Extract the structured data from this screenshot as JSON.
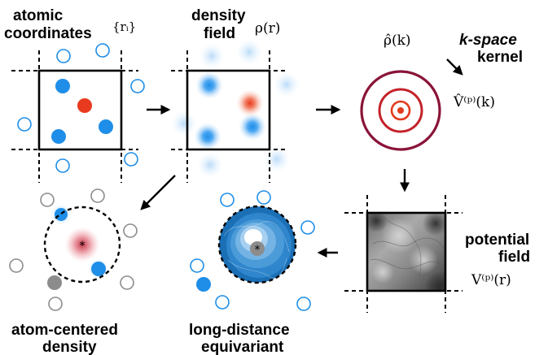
{
  "panels": {
    "atomic": {
      "title_line1": "atomic",
      "title_line2": "coordinates",
      "math": "{rᵢ}"
    },
    "density": {
      "title_line1": "density",
      "title_line2": "field",
      "math": "ρ(r)"
    },
    "kspace": {
      "rho_hat": "ρ̂(k)",
      "title_line1": "k-space",
      "title_line2": "kernel",
      "v_hat": "V̂⁽ᵖ⁾(k)"
    },
    "potential": {
      "title_line1": "potential",
      "title_line2": "field",
      "math": "V⁽ᵖ⁾(r)"
    },
    "long_distance": {
      "title_line1": "long-distance",
      "title_line2": "equivariant"
    },
    "atom_centered": {
      "title_line1": "atom-centered",
      "title_line2": "density"
    }
  },
  "colors": {
    "blue_atom": "#1e8ee8",
    "red_atom": "#e83a1e",
    "grey_atom": "#8c8c8c",
    "kernel_dark": "#8a1438",
    "kernel_mid": "#c4222a",
    "kernel_inner": "#e23b1e"
  }
}
